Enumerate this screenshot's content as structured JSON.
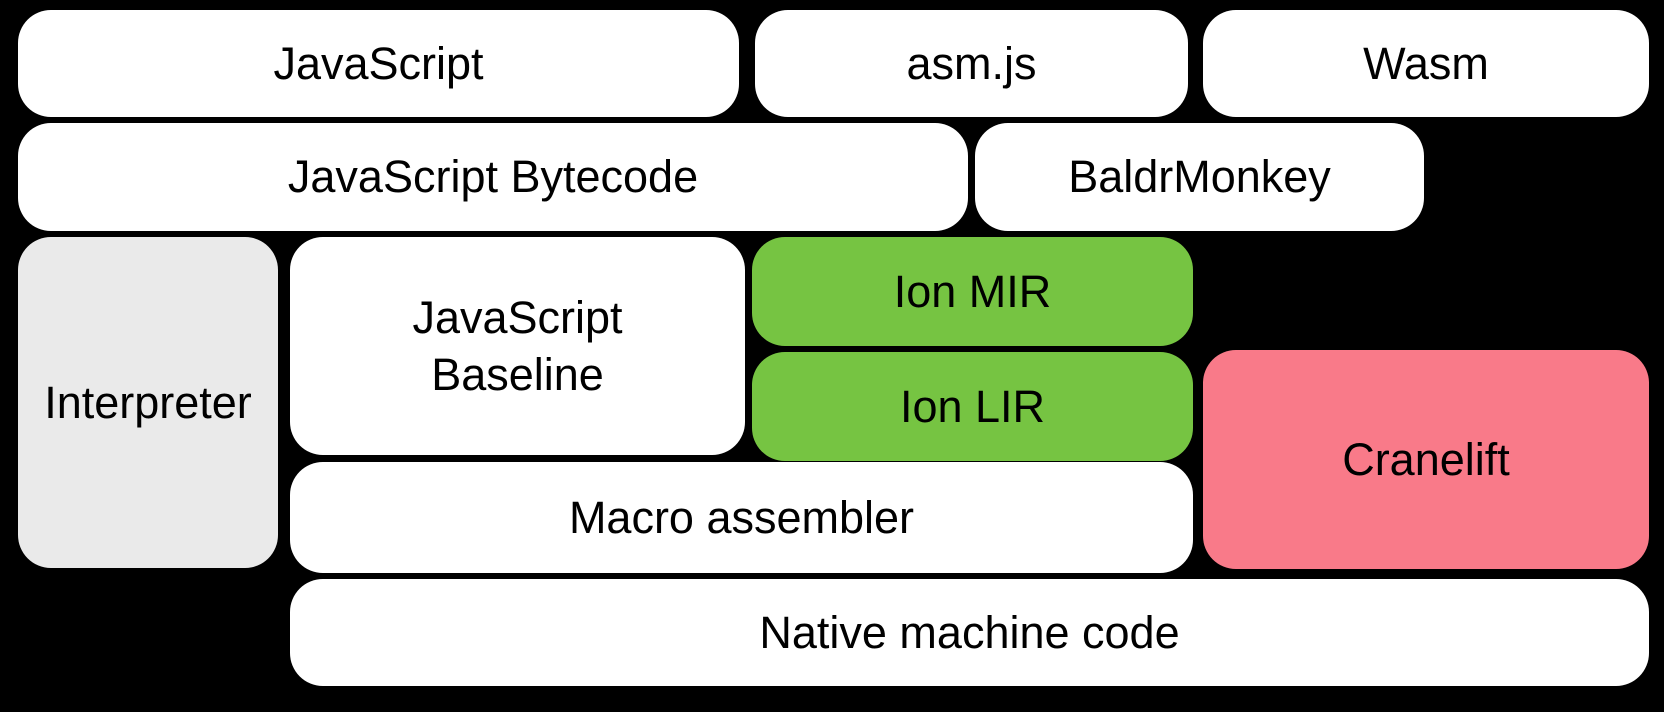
{
  "diagram": {
    "boxes": [
      {
        "id": "javascript",
        "label": "JavaScript",
        "color_key": "box_white"
      },
      {
        "id": "asmjs",
        "label": "asm.js",
        "color_key": "box_white"
      },
      {
        "id": "wasm",
        "label": "Wasm",
        "color_key": "box_white"
      },
      {
        "id": "js-bytecode",
        "label": "JavaScript Bytecode",
        "color_key": "box_white"
      },
      {
        "id": "baldrmonkey",
        "label": "BaldrMonkey",
        "color_key": "box_white"
      },
      {
        "id": "interpreter",
        "label": "Interpreter",
        "color_key": "box_gray"
      },
      {
        "id": "js-baseline",
        "label": "JavaScript\nBaseline",
        "color_key": "box_white"
      },
      {
        "id": "ion-mir",
        "label": "Ion MIR",
        "color_key": "box_green"
      },
      {
        "id": "ion-lir",
        "label": "Ion LIR",
        "color_key": "box_green"
      },
      {
        "id": "cranelift",
        "label": "Cranelift",
        "color_key": "box_pink"
      },
      {
        "id": "macro-assembler",
        "label": "Macro assembler",
        "color_key": "box_white"
      },
      {
        "id": "native-machine-code",
        "label": "Native machine code",
        "color_key": "box_white"
      }
    ]
  },
  "colors": {
    "background": "#000000",
    "box_white": "#ffffff",
    "box_green": "#76C442",
    "box_pink": "#F97A89",
    "box_gray": "#EAEAEA",
    "text": "#000000"
  }
}
